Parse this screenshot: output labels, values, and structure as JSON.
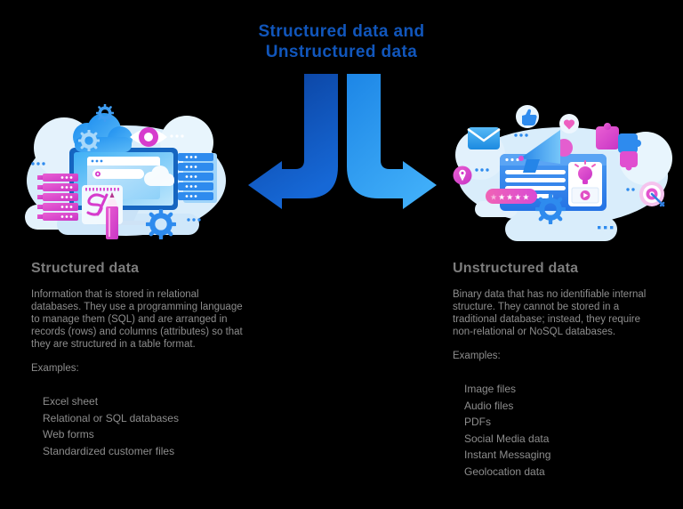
{
  "title": {
    "line1": "Structured data and",
    "line2": "Unstructured data"
  },
  "left_panel": {
    "heading": "Structured data",
    "description": "Information that is stored in relational databases. They use a programming language to manage them (SQL) and are arranged in records (rows) and columns (attributes) so that they are structured in a table format.",
    "examples_label": "Examples:",
    "examples": [
      "Excel sheet",
      "Relational or SQL databases",
      "Web forms",
      "Standardized customer files"
    ]
  },
  "right_panel": {
    "heading": "Unstructured data",
    "description": "Binary data that has no identifiable internal structure. They cannot be stored in a traditional database; instead, they require non-relational or NoSQL databases.",
    "examples_label": "Examples:",
    "examples": [
      "Image files",
      "Audio files",
      "PDFs",
      "Social Media data",
      "Instant Messaging",
      "Geolocation data"
    ]
  },
  "colors": {
    "bg": "#000000",
    "title_blue": "#1156bb",
    "heading_gray": "#7d7d7d",
    "body_gray": "#8d8d8d",
    "accent_blue": "#2e8bee",
    "accent_pink": "#d63ccd",
    "arrow_dark_blue": "#0a3f9b",
    "arrow_light_blue": "#2fa0f4"
  }
}
